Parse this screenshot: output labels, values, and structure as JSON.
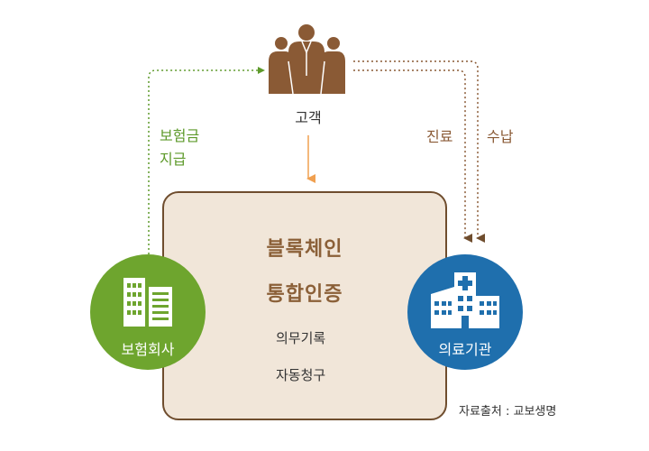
{
  "customer": {
    "label": "고객",
    "icon": "people-group-icon",
    "color": "#8a5a35"
  },
  "insurer": {
    "label": "보험회사",
    "icon": "office-building-icon",
    "color": "#6ea52e"
  },
  "hospital": {
    "label": "의료기관",
    "icon": "hospital-icon",
    "color": "#1f6fad"
  },
  "center": {
    "title_line1": "블록체인",
    "title_line2": "통합인증",
    "record_label": "의무기록",
    "claim_label": "자동청구"
  },
  "flows": {
    "insurance_payment": "보험금\n지급",
    "treatment": "진료",
    "payment": "수납"
  },
  "colors": {
    "green_flow": "#5e9a2b",
    "brown_flow": "#8a5a35",
    "orange_arrow": "#f0a050",
    "box_fill": "#f1e6d9",
    "box_border": "#6f4d2e"
  },
  "source": "자료출처 : 교보생명"
}
